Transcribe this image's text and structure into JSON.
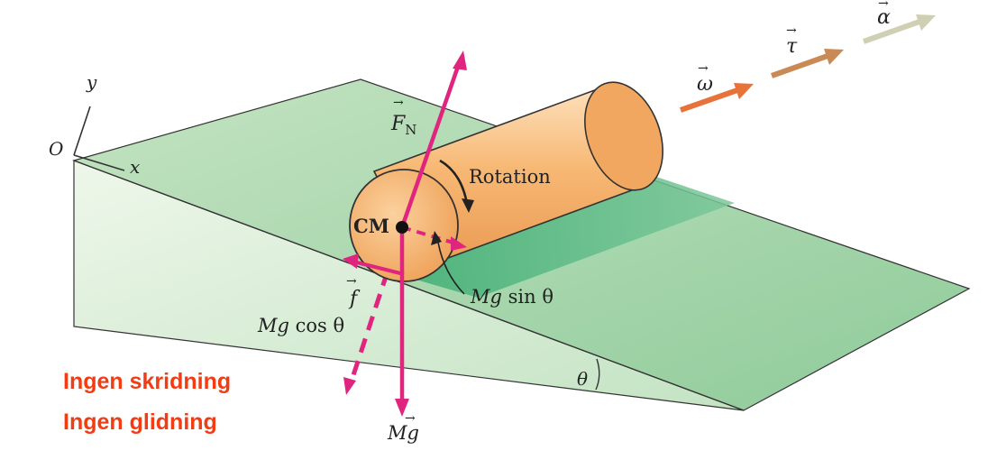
{
  "colors": {
    "force": "#e0257f",
    "omega": "#e8733a",
    "tau": "#c98a55",
    "alpha": "#cfcfb4",
    "ramp_top": "#a8d6ad",
    "ramp_side": "#dbeed7",
    "cylinder": "#f5b06a",
    "note": "#f23c14"
  },
  "axes": {
    "origin": "O",
    "x": "x",
    "y": "y"
  },
  "vectors": {
    "omega": "ω",
    "tau": "τ",
    "alpha": "α",
    "normal_force": "F",
    "normal_force_sub": "N",
    "friction": "f",
    "weight": "Mg",
    "arrow_mark": "→"
  },
  "labels": {
    "rotation": "Rotation",
    "cm": "CM",
    "mg_sin_prefix": "Mg",
    "mg_sin_suffix": " sin θ",
    "mg_cos_prefix": "Mg",
    "mg_cos_suffix": " cos θ",
    "theta": "θ"
  },
  "notes": {
    "line1": "Ingen skridning",
    "line2": "Ingen glidning"
  }
}
